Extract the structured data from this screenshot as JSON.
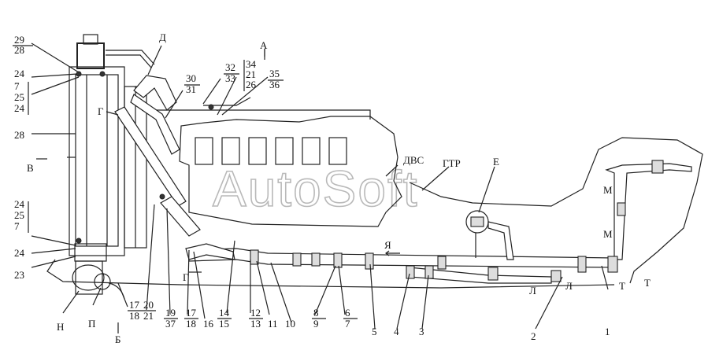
{
  "watermark": "AutoSoft",
  "letter_labels": {
    "D": "Д",
    "A": "А",
    "V": "В",
    "G_top": "Г",
    "G_bottom": "Г",
    "DVS": "ДВС",
    "GTR": "ГТР",
    "E": "Е",
    "YA": "Я",
    "M1": "М",
    "M2": "М",
    "L1": "Л",
    "L2": "Л",
    "T1": "Т",
    "T2": "Т",
    "N": "Н",
    "P": "П",
    "B": "Б"
  },
  "left_callouts": {
    "n29": "29",
    "n28a": "28",
    "n24a": "24",
    "n7a": "7",
    "n25a": "25",
    "n24b": "24",
    "n28b": "28",
    "n24c": "24",
    "n25b": "25",
    "n7b": "7",
    "n24d": "24",
    "n23": "23"
  },
  "top_callouts": {
    "n30": "30",
    "n31": "31",
    "n32": "32",
    "n33": "33",
    "n34": "34",
    "n21": "21",
    "n26": "26",
    "n35": "35",
    "n36": "36"
  },
  "bottom_callouts": [
    {
      "a": "17",
      "b": "18"
    },
    {
      "a": "20",
      "b": "21"
    },
    {
      "a": "19",
      "b": "37"
    },
    {
      "a": "17",
      "b": "18"
    },
    {
      "a": "16",
      "b": ""
    },
    {
      "a": "14",
      "b": "15"
    },
    {
      "a": "12",
      "b": "13"
    },
    {
      "a": "11",
      "b": ""
    },
    {
      "a": "10",
      "b": ""
    },
    {
      "a": "8",
      "b": "9"
    },
    {
      "a": "6",
      "b": "7"
    },
    {
      "a": "5",
      "b": ""
    },
    {
      "a": "4",
      "b": ""
    },
    {
      "a": "3",
      "b": ""
    },
    {
      "a": "2",
      "b": ""
    },
    {
      "a": "1",
      "b": ""
    }
  ]
}
